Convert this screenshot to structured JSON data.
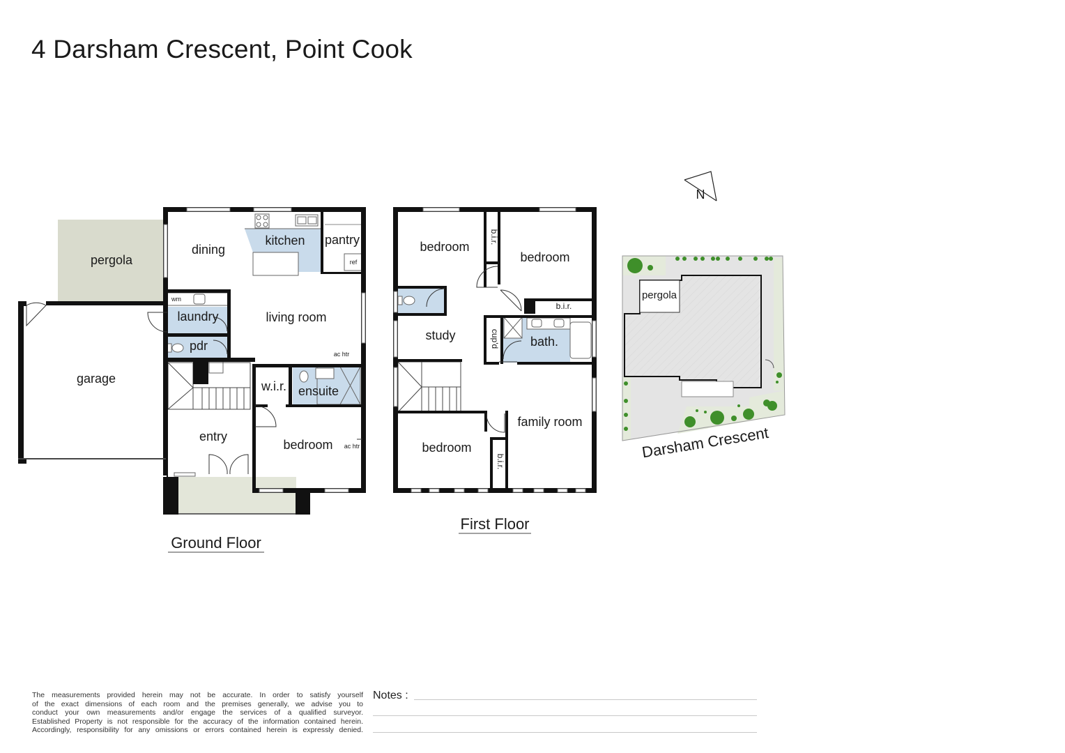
{
  "title": "4 Darsham Crescent, Point Cook",
  "ground_floor": {
    "heading": "Ground Floor",
    "rooms": {
      "pergola": "pergola",
      "dining": "dining",
      "kitchen": "kitchen",
      "pantry": "pantry",
      "ref": "ref",
      "wm": "wm",
      "laundry": "laundry",
      "living_room": "living room",
      "ac_htr": "ac htr",
      "pdr": "pdr",
      "garage": "garage",
      "wir": "w.i.r.",
      "ensuite": "ensuite",
      "entry": "entry",
      "bedroom": "bedroom",
      "ac_htr_2": "ac htr"
    }
  },
  "first_floor": {
    "heading": "First Floor",
    "rooms": {
      "bedroom_1": "bedroom",
      "bir_1": "b.i.r.",
      "bedroom_2": "bedroom",
      "bir_2": "b.i.r.",
      "study": "study",
      "cupd": "cup'd",
      "bath": "bath.",
      "bedroom_3": "bedroom",
      "bir_3": "b.i.r.",
      "family_room": "family room"
    }
  },
  "site": {
    "north_label": "N",
    "pergola": "pergola",
    "street": "Darsham Crescent"
  },
  "disclaimer_lines": [
    "The measurements provided herein may not be accurate. In order to satisfy yourself",
    "of the exact dimensions of each room and the premises generally, we advise you to",
    "conduct your own measurements and/or engage the services of a qualified surveyor.",
    "Established Property is not responsible for the accuracy of the information contained herein.",
    "Accordingly, responsibility for any omissions or errors contained herein is expressly denied."
  ],
  "notes_label": "Notes :",
  "colors": {
    "wall": "#111111",
    "wet_area": "#c9dbeb",
    "pergola_fill": "#d9dbcd",
    "porch_fill": "#e3e6d9",
    "site_paving": "#e4e4e4",
    "garden": "#e4eadb",
    "tree": "#3f8f2a"
  }
}
